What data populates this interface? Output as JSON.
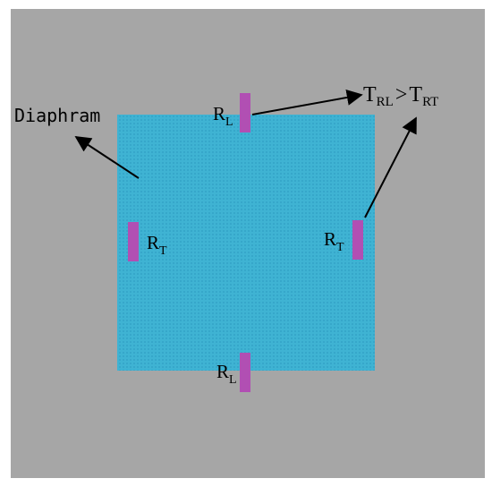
{
  "colors": {
    "background": "#a6a6a6",
    "diaphragm_fill": "#3fb3d3",
    "diaphragm_mesh": "#2f9fc4",
    "resistor": "#b14fb3",
    "text": "#000000",
    "arrow": "#000000"
  },
  "labels": {
    "diaphragm": "Diaphram",
    "resistor_top": {
      "main": "R",
      "sub": "L"
    },
    "resistor_bottom": {
      "main": "R",
      "sub": "L"
    },
    "resistor_left": {
      "main": "R",
      "sub": "T"
    },
    "resistor_right": {
      "main": "R",
      "sub": "T"
    },
    "relation": {
      "left_main": "T",
      "left_sub": "RL",
      "operator": ">",
      "right_main": "T",
      "right_sub": "RT"
    }
  }
}
